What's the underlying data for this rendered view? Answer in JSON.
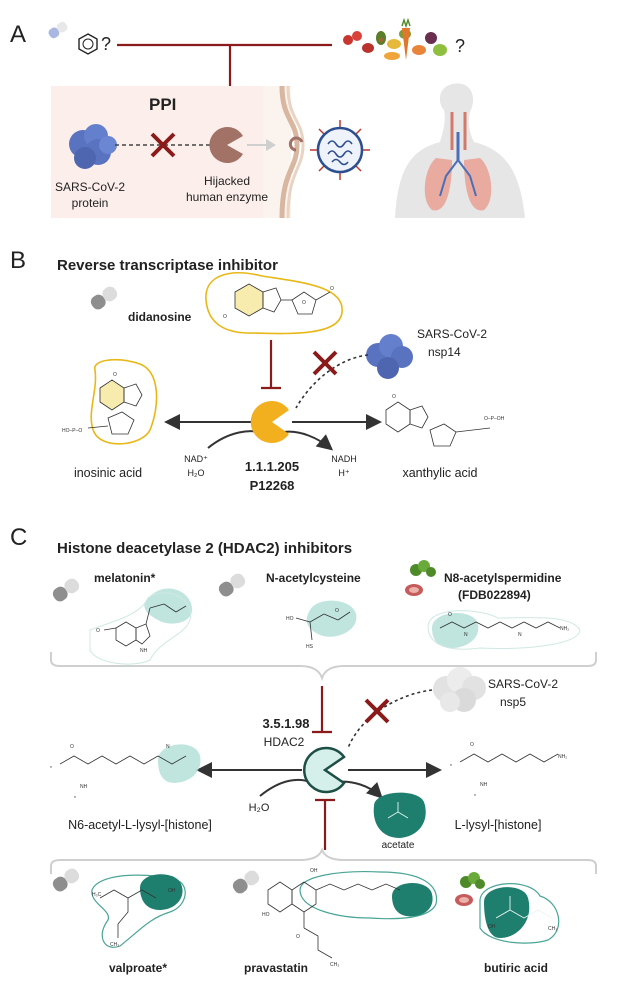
{
  "panel_a": {
    "letter": "A",
    "q_left": "?",
    "q_right": "?",
    "ppi": "PPI",
    "virus_protein": [
      "SARS-CoV-2",
      "protein"
    ],
    "enzyme": [
      "Hijacked",
      "human enzyme"
    ]
  },
  "panel_b": {
    "letter": "B",
    "title": "Reverse transcriptase inhibitor",
    "drug": "didanosine",
    "viral_protein": [
      "SARS-CoV-2",
      "nsp14"
    ],
    "substrate": "inosinic acid",
    "product": "xanthylic acid",
    "cofactor_in": [
      "NAD⁺",
      "H₂O"
    ],
    "cofactor_out": [
      "NADH",
      "H⁺"
    ],
    "ec": "1.1.1.205",
    "uniprot": "P12268"
  },
  "panel_c": {
    "letter": "C",
    "title": "Histone deacetylase 2 (HDAC2) inhibitors",
    "top_inhibitors": [
      "melatonin*",
      "N-acetylcysteine",
      "N8-acetylspermidine",
      "(FDB022894)"
    ],
    "viral_protein": [
      "SARS-CoV-2",
      "nsp5"
    ],
    "ec": "3.5.1.98",
    "enzyme": "HDAC2",
    "substrate": "N6-acetyl-L-lysyl-[histone]",
    "product": "L-lysyl-[histone]",
    "water": "H₂O",
    "byproduct": "acetate",
    "bottom_inhibitors": [
      "valproate*",
      "pravastatin",
      "butiric acid"
    ]
  },
  "colors": {
    "inhibit_red": "#8b1a1a",
    "yellow_enzyme": "#f2b01e",
    "teal_enzyme": "#d5efea",
    "teal_dark": "#1e7f6e",
    "virus_blue": "#5a73c0",
    "pink_box": "#fcefeb"
  }
}
